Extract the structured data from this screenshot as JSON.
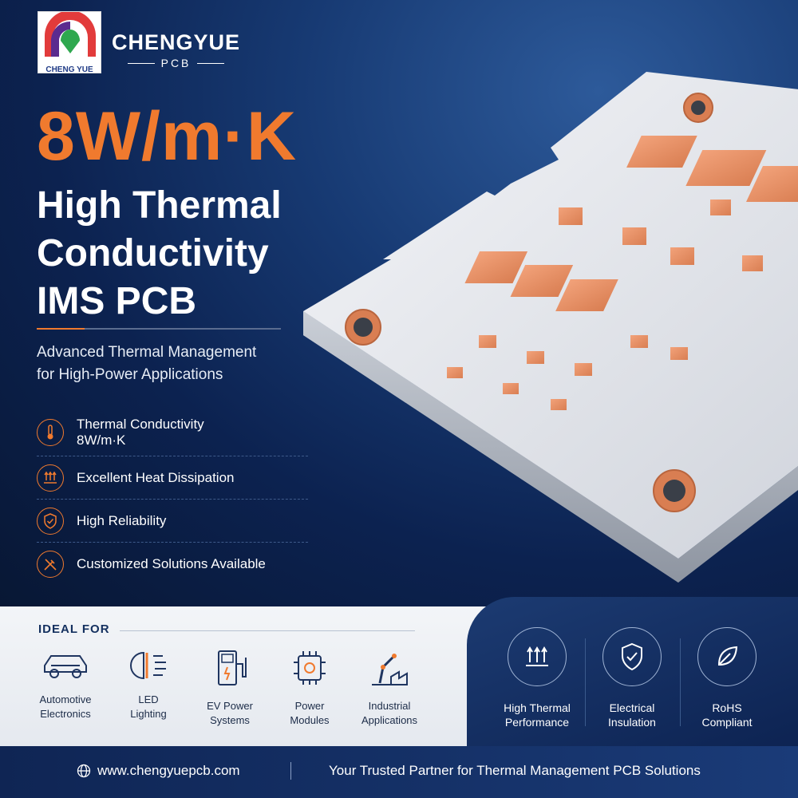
{
  "brand": {
    "logo_text": "CHENG YUE",
    "name": "CHENGYUE",
    "sub": "PCB"
  },
  "headline": {
    "metric": "8W/m·K",
    "line1": "High Thermal",
    "line2": "Conductivity",
    "line3": "IMS PCB"
  },
  "subtitle": {
    "line1": "Advanced Thermal Management",
    "line2": "for High-Power Applications"
  },
  "features": [
    {
      "icon": "thermometer-icon",
      "line1": "Thermal Conductivity",
      "line2": "8W/m·K"
    },
    {
      "icon": "heat-waves-icon",
      "line1": "Excellent Heat Dissipation"
    },
    {
      "icon": "shield-check-icon",
      "line1": "High Reliability"
    },
    {
      "icon": "tools-icon",
      "line1": "Customized Solutions Available"
    }
  ],
  "ideal_for": {
    "title": "IDEAL FOR",
    "items": [
      {
        "icon": "car-icon",
        "line1": "Automotive",
        "line2": "Electronics"
      },
      {
        "icon": "led-icon",
        "line1": "LED",
        "line2": "Lighting"
      },
      {
        "icon": "ev-charger-icon",
        "line1": "EV Power",
        "line2": "Systems"
      },
      {
        "icon": "chip-icon",
        "line1": "Power",
        "line2": "Modules"
      },
      {
        "icon": "robot-arm-icon",
        "line1": "Industrial",
        "line2": "Applications"
      }
    ]
  },
  "badges": [
    {
      "icon": "heat-arrows-icon",
      "line1": "High Thermal",
      "line2": "Performance"
    },
    {
      "icon": "insulation-shield-icon",
      "line1": "Electrical",
      "line2": "Insulation"
    },
    {
      "icon": "leaf-icon",
      "line1": "RoHS",
      "line2": "Compliant"
    }
  ],
  "footer": {
    "website": "www.chengyuepcb.com",
    "tagline": "Your Trusted Partner for Thermal Management PCB Solutions"
  },
  "colors": {
    "accent": "#f07a2e",
    "navy": "#0c2250",
    "copper": "#e8946a"
  }
}
